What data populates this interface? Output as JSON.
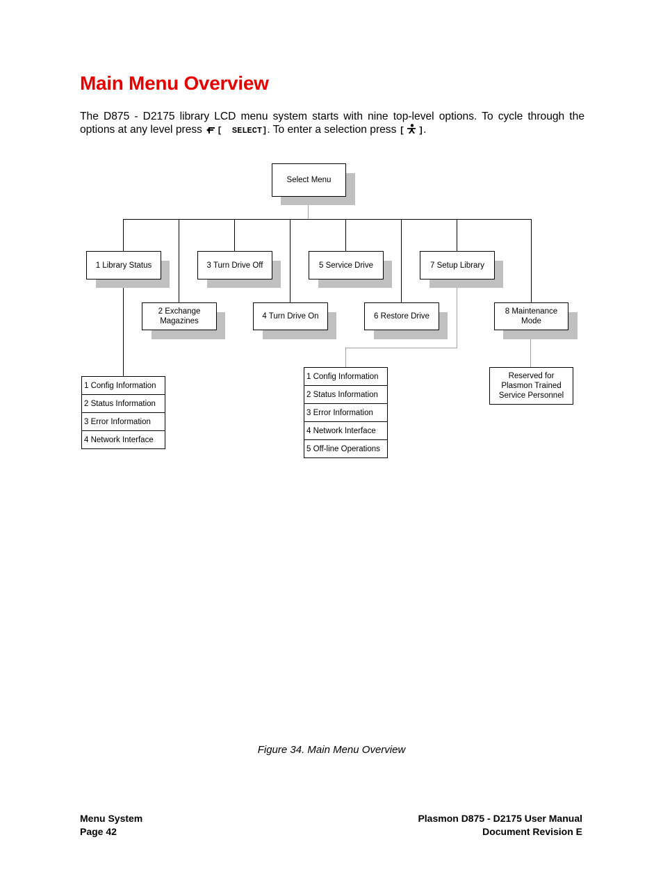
{
  "title": "Main Menu Overview",
  "intro": {
    "text_before": "The D875 - D2175 library LCD menu system starts with nine top-level options. To cycle through the options at any level press",
    "select_key_label": "[  SELECT]",
    "text_middle": ".  To enter a selection press",
    "enter_key_open": "[",
    "enter_key_close": "]",
    "text_after": "."
  },
  "diagram": {
    "root": "Select Menu",
    "top_row": [
      "1 Library Status",
      "3 Turn Drive Off",
      "5 Service Drive",
      "7 Setup Library"
    ],
    "second_row": [
      "2 Exchange Magazines",
      "4 Turn Drive On",
      "6 Restore Drive",
      "8 Maintenance Mode"
    ],
    "library_status_items": [
      "1 Config Information",
      "2 Status Information",
      "3 Error Information",
      "4 Network Interface"
    ],
    "setup_library_items": [
      "1 Config Information",
      "2 Status Information",
      "3 Error Information",
      "4 Network Interface",
      "5 Off-line Operations"
    ],
    "maintenance_note": "Reserved for Plasmon Trained Service Personnel"
  },
  "caption": "Figure 34. Main Menu Overview",
  "footer": {
    "section": "Menu System",
    "page": "Page 42",
    "manual": "Plasmon D875 - D2175 User Manual",
    "revision": "Document Revision E"
  }
}
